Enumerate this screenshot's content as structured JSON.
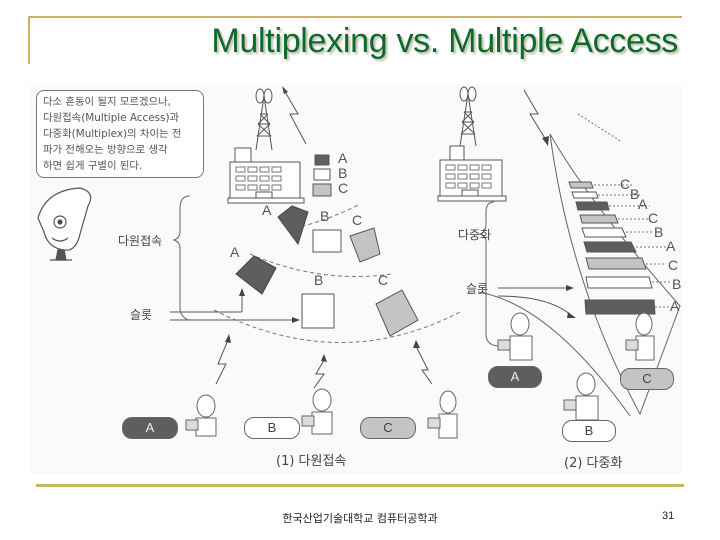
{
  "slide": {
    "title": "Multiplexing vs. Multiple Access",
    "footer": "한국산업기술대학교 컴퓨터공학과",
    "page_number": "31",
    "colors": {
      "title": "#0f6a2a",
      "rule": "#c8b560",
      "slot_a": "#5e5e5e",
      "slot_b": "#ffffff",
      "slot_c": "#c4c4c4"
    }
  },
  "figure": {
    "speech_bubble": [
      "다소 혼동이 될지 모르겠으나,",
      "다원접속(Multiple Access)과",
      "다중화(Multiplex)의 차이는 전",
      "파가 전해오는 방향으로 생각",
      "하면 쉽게 구별이 된다."
    ],
    "left_panel": {
      "brace_label": "다원접속",
      "slot_label": "슬롯",
      "legend": [
        "A",
        "B",
        "C"
      ],
      "row1_labels": [
        "A",
        "B",
        "C"
      ],
      "row2_labels": [
        "A",
        "B",
        "C"
      ],
      "users": [
        "A",
        "B",
        "C"
      ],
      "caption": "(1) 다원접속"
    },
    "right_panel": {
      "brace_label": "다중화",
      "slot_label": "슬롯",
      "slot_labels": [
        "C",
        "B",
        "A",
        "C",
        "B",
        "A",
        "C",
        "B",
        "A"
      ],
      "users": [
        "A",
        "B",
        "C"
      ],
      "caption": "(2) 다중화"
    }
  }
}
